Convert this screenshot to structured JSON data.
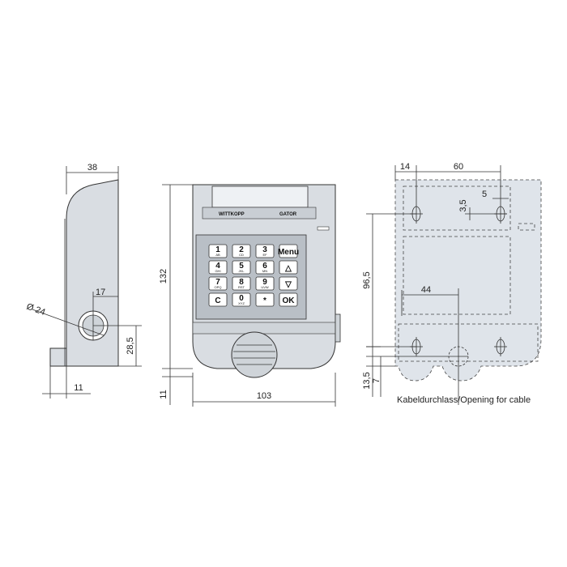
{
  "brand": {
    "name": "WITTKOPP",
    "model": "GATOR"
  },
  "keypad": {
    "keys": [
      {
        "main": "1",
        "sub": "AB"
      },
      {
        "main": "2",
        "sub": "CD"
      },
      {
        "main": "3",
        "sub": "EF"
      },
      {
        "main": "Menu",
        "sub": ""
      },
      {
        "main": "4",
        "sub": "GHI"
      },
      {
        "main": "5",
        "sub": "JKL"
      },
      {
        "main": "6",
        "sub": "MN"
      },
      {
        "main": "△",
        "sub": ""
      },
      {
        "main": "7",
        "sub": "OPQ"
      },
      {
        "main": "8",
        "sub": "RST"
      },
      {
        "main": "9",
        "sub": "UVW"
      },
      {
        "main": "▽",
        "sub": ""
      },
      {
        "main": "C",
        "sub": ""
      },
      {
        "main": "0",
        "sub": "XYZ"
      },
      {
        "main": "*",
        "sub": ""
      },
      {
        "main": "OK",
        "sub": ""
      }
    ]
  },
  "side_view": {
    "width": "38",
    "hole_offset": "17",
    "hole_diameter": "Ø 24",
    "hole_height": "28,5",
    "base_width": "11"
  },
  "front_view": {
    "height": "132",
    "width": "103",
    "bottom_offset": "11"
  },
  "back_view": {
    "left_offset": "14",
    "hole_spacing": "60",
    "top_small": "5",
    "top_height": "3,5",
    "vertical_spacing": "96,5",
    "cable_offset": "44",
    "bottom_height": "13,5",
    "bottom_small": "7",
    "cable_note": "Kabeldurchlass/Opening for cable"
  },
  "colors": {
    "housing": "#d9dde2",
    "panel": "#b9bfc6",
    "line": "#333333"
  }
}
